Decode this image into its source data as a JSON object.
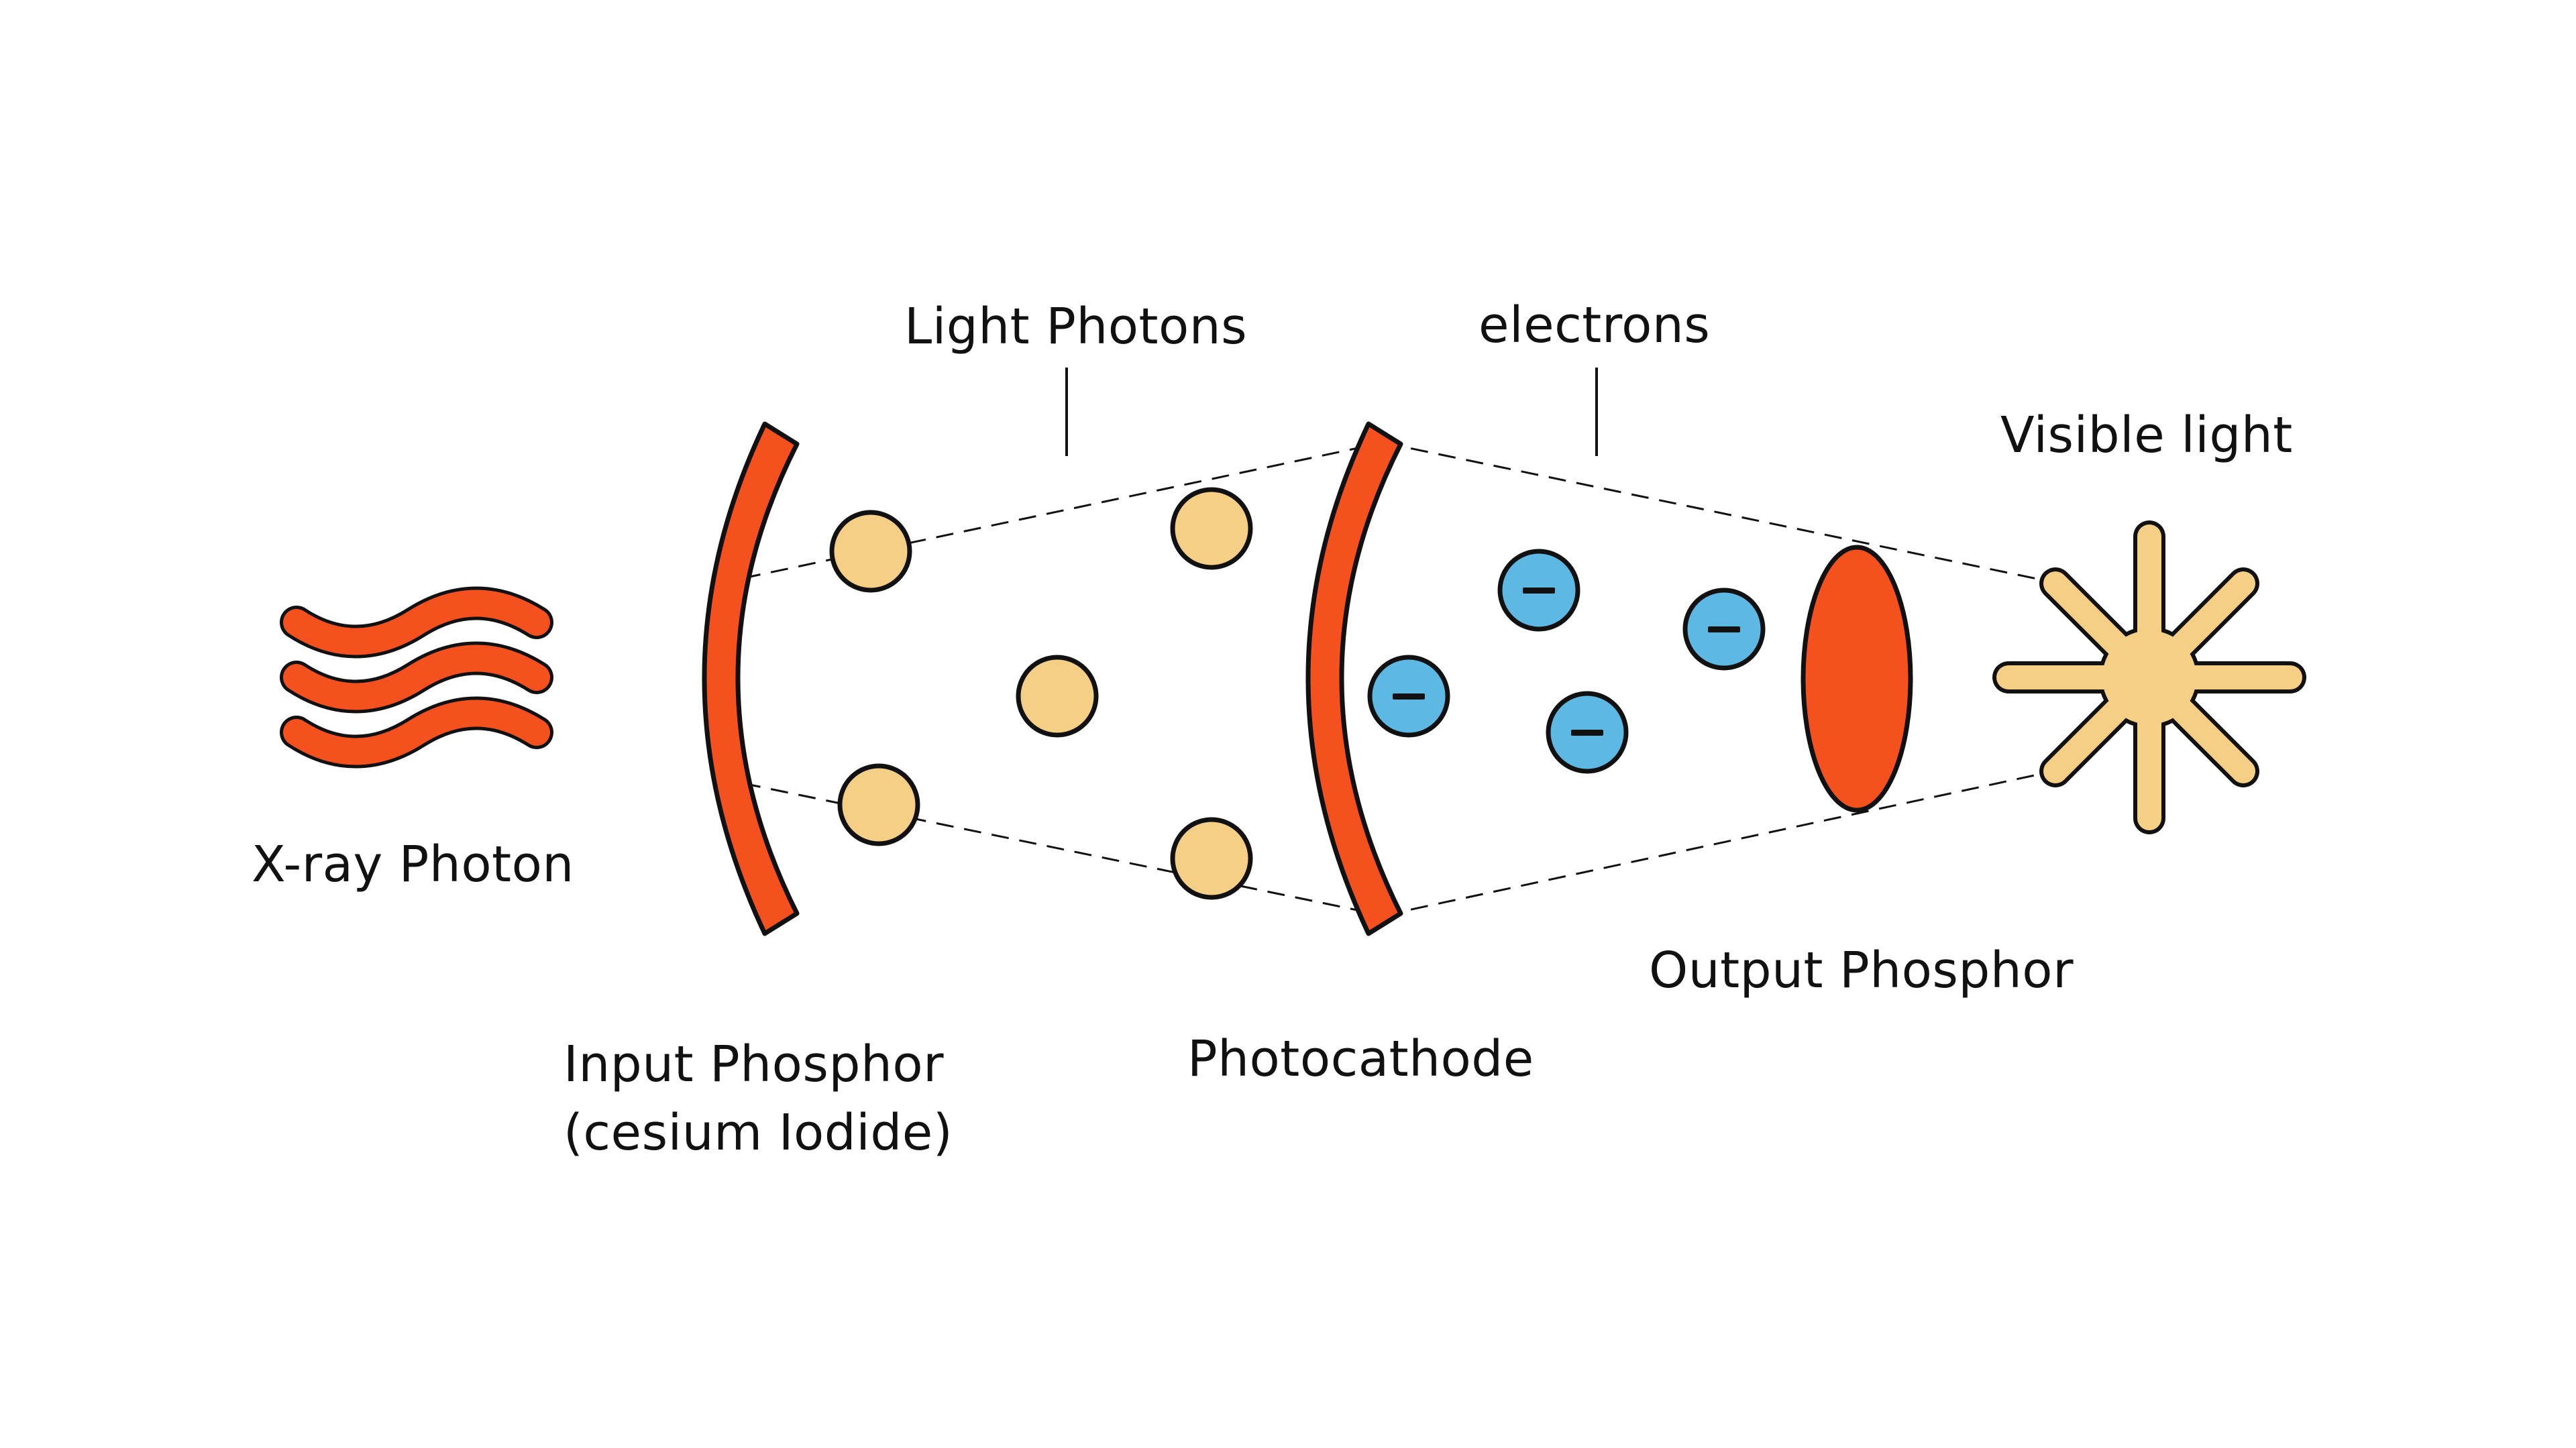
{
  "labels": {
    "xray_photon": "X-ray Photon",
    "input_phosphor_line1": "Input Phosphor",
    "input_phosphor_line2": "(cesium Iodide)",
    "light_photons": "Light Photons",
    "photocathode": "Photocathode",
    "electrons": "electrons",
    "output_phosphor": "Output Phosphor",
    "visible_light": "Visible light"
  },
  "electron_symbol": "−",
  "colors": {
    "phosphor_orange": "#F4511E",
    "photon_yellow": "#F5CF85",
    "electron_blue": "#5DB9E4",
    "outline": "#111111",
    "background": "#FFFFFF"
  },
  "icons": {
    "xray": "wave-lines-icon",
    "visible_light": "starburst-icon"
  }
}
